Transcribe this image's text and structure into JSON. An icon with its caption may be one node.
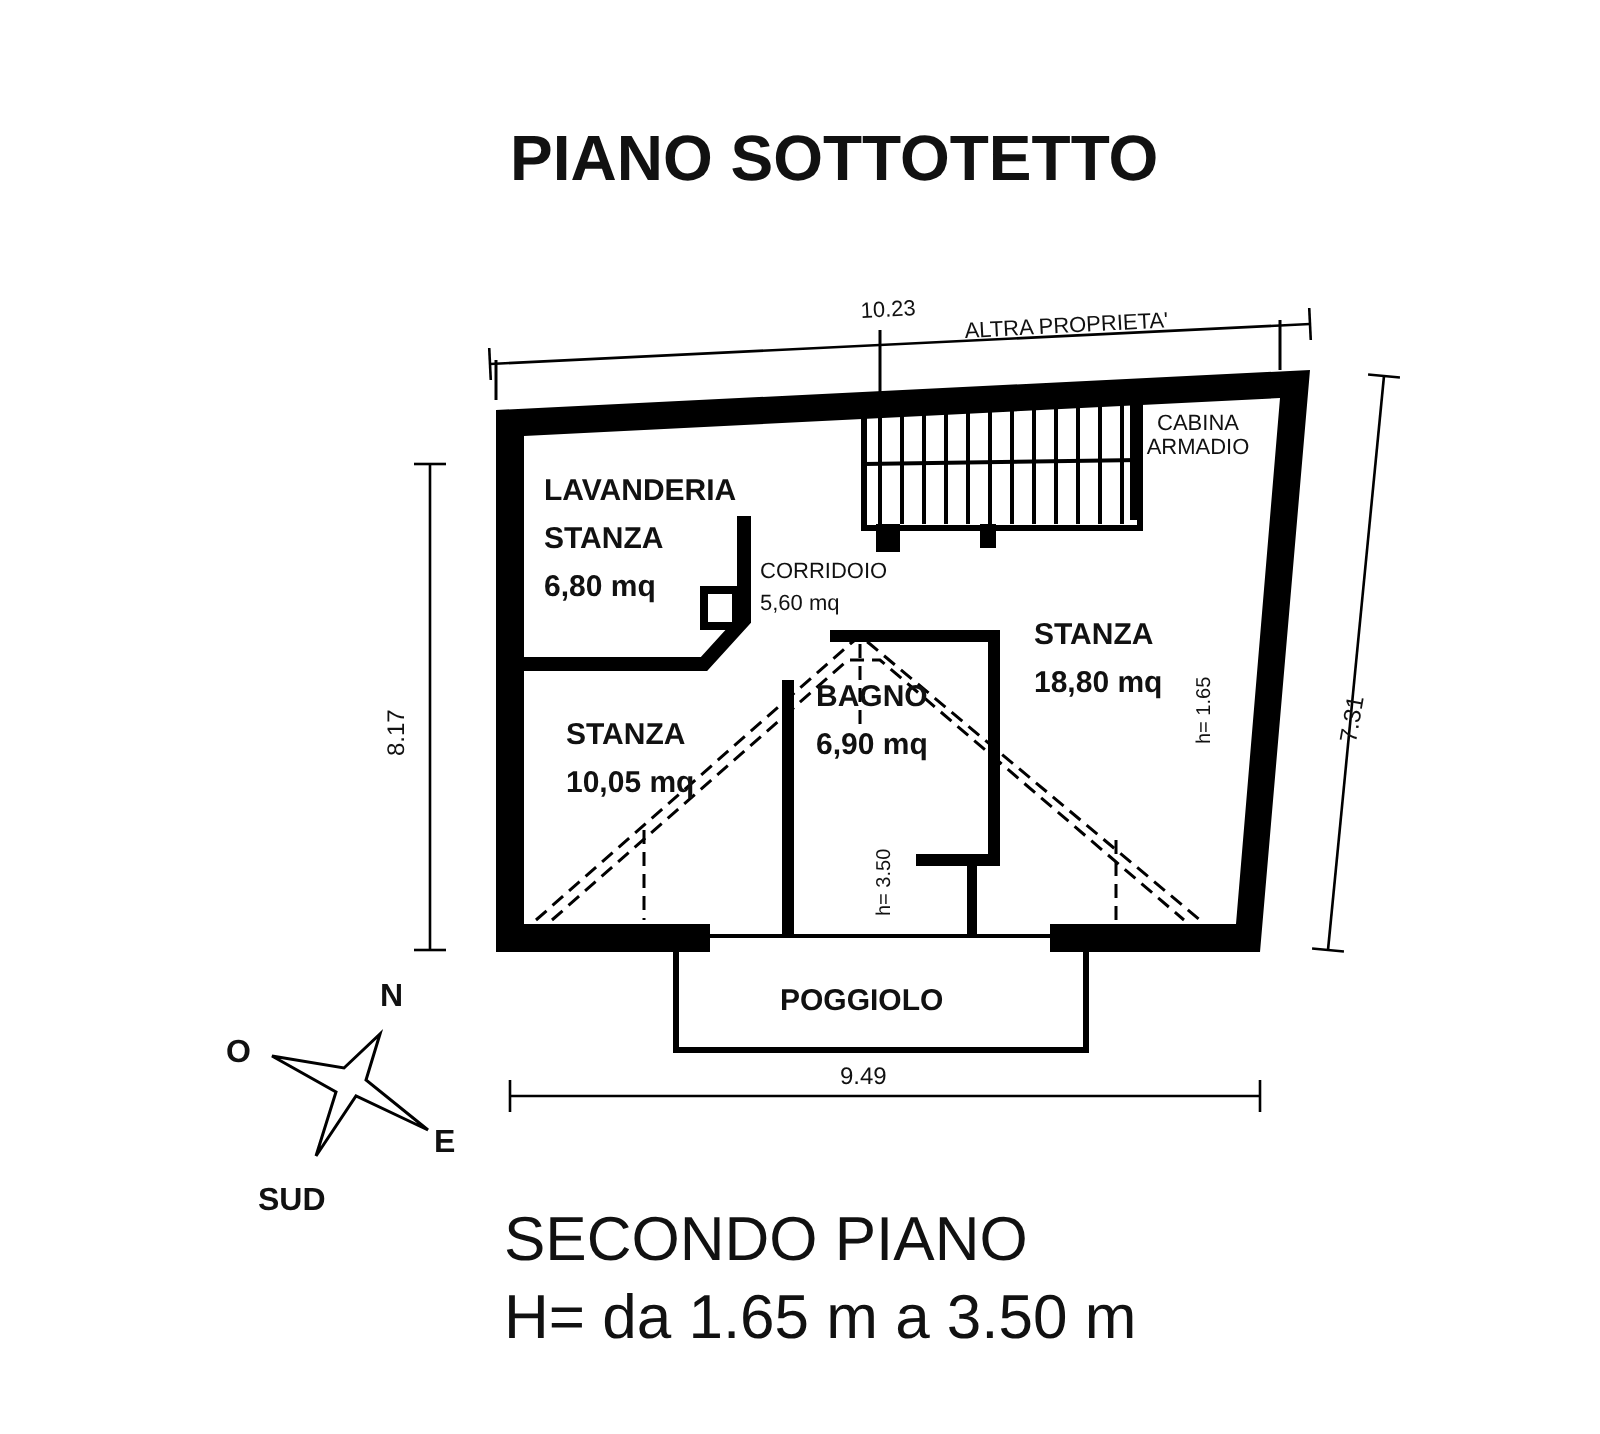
{
  "diagram": {
    "title": "PIANO SOTTOTETTO",
    "labels": [
      "10.23",
      "ALTRA PROPRIETA'",
      "CABINA ARMADIO",
      "LAVANDERIA",
      "STANZA",
      "6,80 mq",
      "CORRIDOIO",
      "5,60 mq",
      "STANZA",
      "18,80 mq",
      "8.17",
      "h= 1.65",
      "7.31",
      "BAGNO",
      "6,90 mq",
      "STANZA",
      "10,05 mq",
      "h= 3.50",
      "POGGIOLO",
      "9.49",
      "N",
      "O",
      "E",
      "SUD",
      "SECONDO PIANO",
      "H= da 1.65 m a 3.50 m"
    ]
  }
}
